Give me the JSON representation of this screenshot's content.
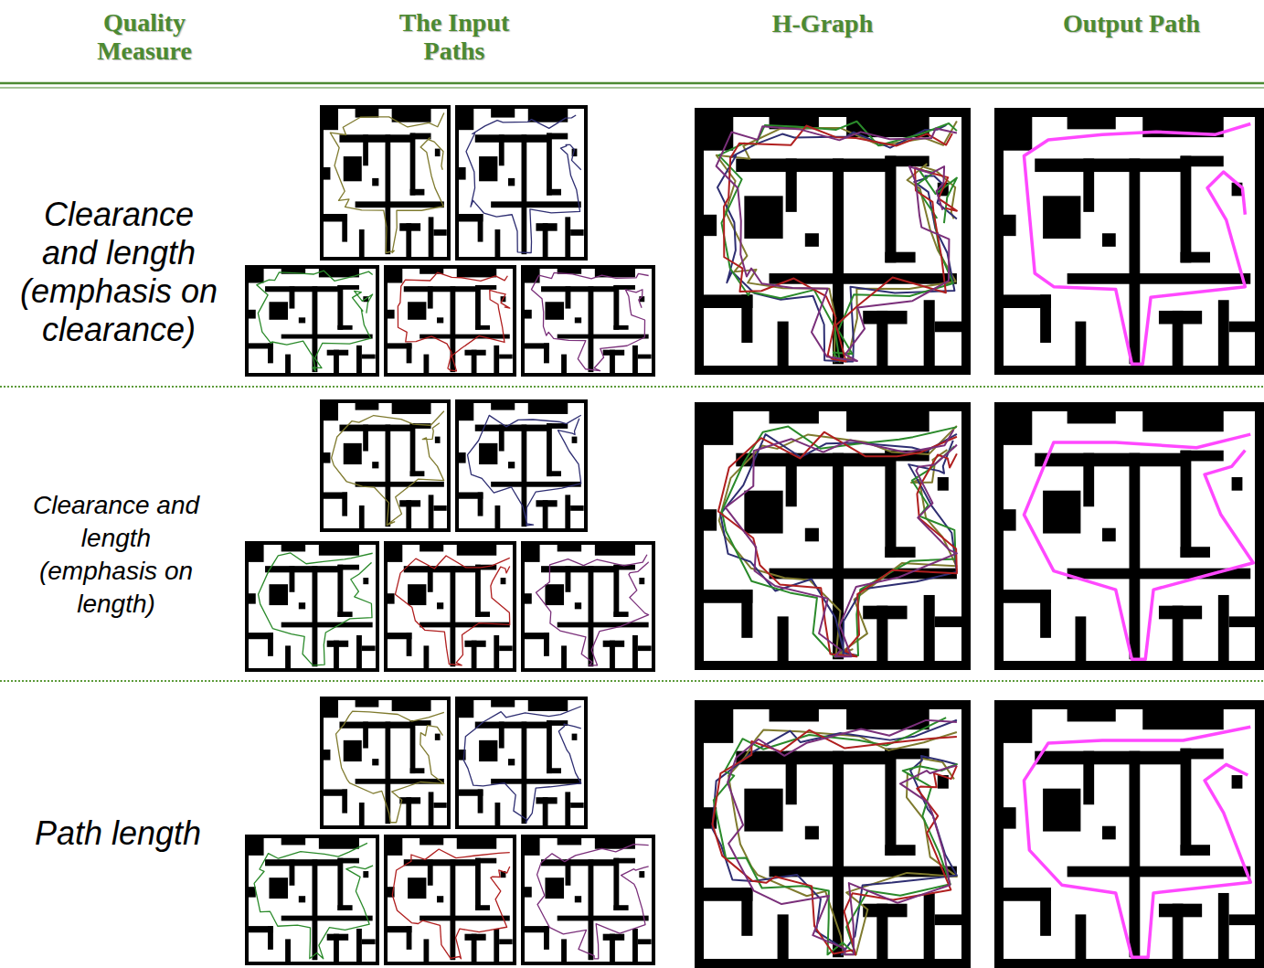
{
  "diagram": {
    "labels": [
      "Quality Measure",
      "The Input Paths",
      "H-Graph",
      "Output Path",
      "Clearance and length (emphasis on clearance)",
      "Clearance and length (emphasis on length)",
      "Path length"
    ]
  }
}
